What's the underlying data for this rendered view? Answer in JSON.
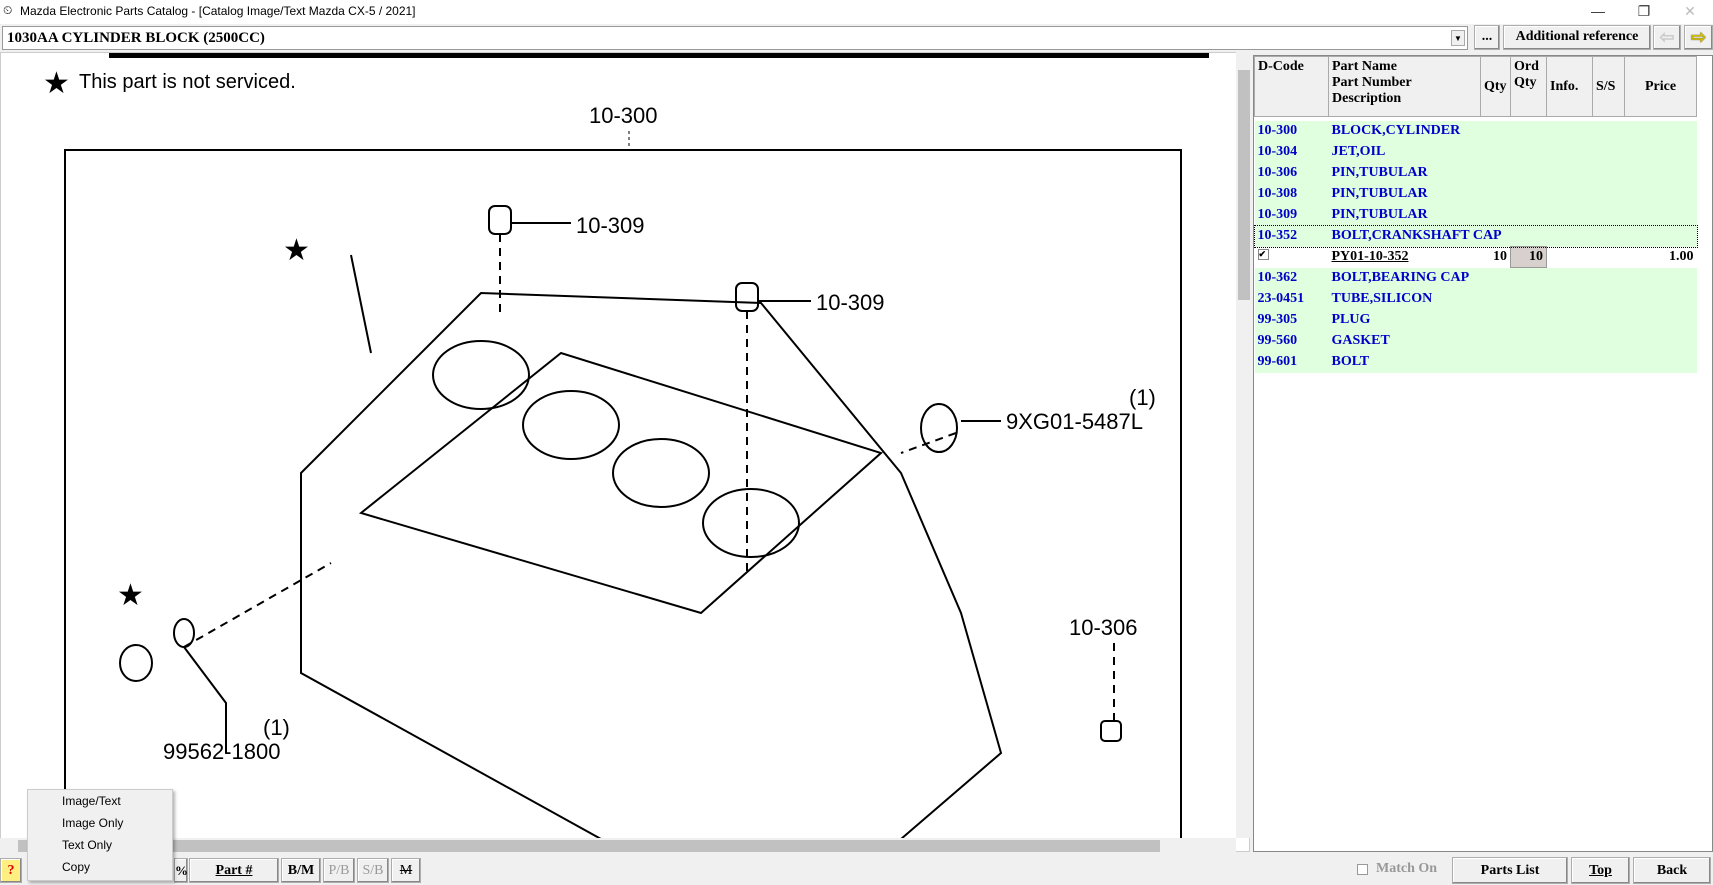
{
  "window": {
    "title": "Mazda Electronic Parts Catalog - [Catalog Image/Text Mazda CX-5 / 2021]",
    "min": "—",
    "max": "❐",
    "close": "✕"
  },
  "toolbar": {
    "section": "1030AA  CYLINDER BLOCK (2500CC)",
    "ellipsis": "...",
    "additional_reference": "Additional reference",
    "prev": "⇦",
    "next": "⇨"
  },
  "diagram": {
    "note": "This part is not serviced.",
    "labels": {
      "l300": "10-300",
      "l309a": "10-309",
      "l309b": "10-309",
      "l5487": "9XG01-5487L",
      "q1": "(1)",
      "l306": "10-306",
      "l1800": "99562-1800",
      "q2": "(1)"
    }
  },
  "parts": {
    "headers": {
      "dcode": "D-Code",
      "name1": "Part Name",
      "name2": "Part Number",
      "name3": "Description",
      "qty": "Qty",
      "ord1": "Ord",
      "ord2": "Qty",
      "info": "Info.",
      "ss": "S/S",
      "price": "Price"
    },
    "rows": [
      {
        "code": "10-300",
        "name": "BLOCK,CYLINDER"
      },
      {
        "code": "10-304",
        "name": "JET,OIL"
      },
      {
        "code": "10-306",
        "name": "PIN,TUBULAR"
      },
      {
        "code": "10-308",
        "name": "PIN,TUBULAR"
      },
      {
        "code": "10-309",
        "name": "PIN,TUBULAR"
      },
      {
        "code": "10-352",
        "name": "BOLT,CRANKSHAFT CAP"
      }
    ],
    "selected": {
      "part_number": "PY01-10-352",
      "qty": "10",
      "ord_qty": "10",
      "price": "1.00"
    },
    "rows2": [
      {
        "code": "10-362",
        "name": "BOLT,BEARING CAP"
      },
      {
        "code": "23-0451",
        "name": "TUBE,SILICON"
      },
      {
        "code": "99-305",
        "name": "PLUG"
      },
      {
        "code": "99-560",
        "name": "GASKET"
      },
      {
        "code": "99-601",
        "name": "BOLT"
      }
    ]
  },
  "context_menu": [
    "Image/Text",
    "Image Only",
    "Text Only",
    "Copy"
  ],
  "bottom": {
    "help": "?",
    "percent": "%",
    "part_no": "Part #",
    "bm": "B/M",
    "pb": "P/B",
    "sb": "S/B",
    "m": "M",
    "match_on": "Match On",
    "parts_list": "Parts List",
    "top": "Top",
    "back": "Back"
  }
}
